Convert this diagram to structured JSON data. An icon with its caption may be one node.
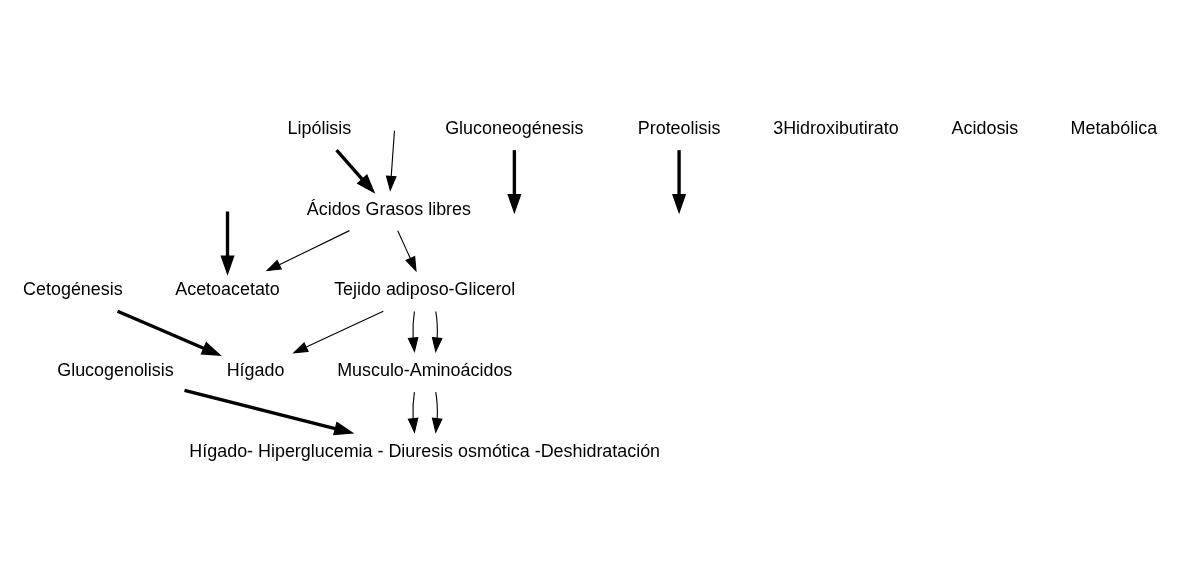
{
  "diagram": {
    "nodes": [
      {
        "text": [
          "Glucogenolisis"
        ]
      },
      {
        "text": [
          "Hígado- Hiperglucemia - Diuresis osmótica -Deshidratación"
        ]
      },
      {
        "text": [
          "Gluconeogénesis"
        ]
      },
      {
        "text": [
          "Proteolisis"
        ]
      },
      {
        "text": [
          "Musculo-Aminoácidos"
        ]
      },
      {
        "text": [
          "Lipólisis"
        ]
      },
      {
        "text": [
          "Tejido adiposo-Glicerol"
        ]
      },
      {
        "text": [
          "Ácidos Grasos libres"
        ]
      },
      {
        "text": [
          "Cetogénesis"
        ]
      },
      {
        "text": [
          "Hígado"
        ]
      },
      {
        "text": [
          "Acetoacetato"
        ]
      }
    ],
    "edges": [
      {
        "from": 0,
        "to": 1,
        "arrow": "to",
        "style": "thick"
      },
      {
        "from": 2,
        "to": null,
        "arrow": "to",
        "style": "thick"
      },
      {
        "from": 3,
        "to": null,
        "arrow": "to",
        "style": "thick"
      },
      {
        "from": 5,
        "to": 7,
        "arrow": "to",
        "style": "thick"
      },
      {
        "from": 8,
        "to": 9,
        "arrow": "to",
        "style": "thick"
      },
      {
        "from": null,
        "to": 10,
        "arrow": "to",
        "style": "thick"
      },
      {
        "from": 4,
        "to": 1,
        "arrow": "to"
      },
      {
        "from": 6,
        "to": 4,
        "arrow": "to"
      },
      {
        "from": 6,
        "to": 9,
        "arrow": "to"
      },
      {
        "from": 7,
        "to": 10,
        "arrow": "to"
      },
      {
        "from": 4,
        "to": 1,
        "arrow": "to"
      },
      {
        "from": 6,
        "to": 4,
        "arrow": "to"
      },
      {
        "from": 7,
        "to": 6,
        "arrow": "to"
      },
      {
        "from": null,
        "to": 7,
        "arrow": "to"
      }
    ],
    "labels": [
      "3Hidroxibutirato",
      "Acidosis",
      "Metabólica"
    ]
  }
}
